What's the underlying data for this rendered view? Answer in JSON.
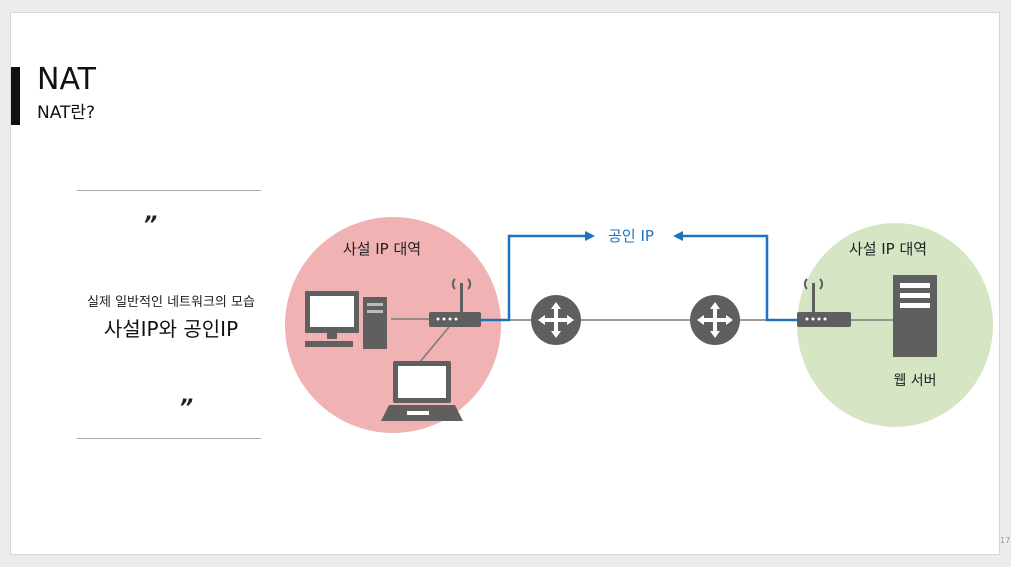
{
  "slide": {
    "title": "NAT",
    "subtitle": "NAT란?"
  },
  "quote": {
    "open_mark": "”",
    "close_mark": "”",
    "line1": "실제 일반적인 네트워크의 모습",
    "line2": "사설IP와 공인IP"
  },
  "diagram": {
    "left_zone_label": "사설 IP 대역",
    "right_zone_label": "사설 IP 대역",
    "public_label": "공인 IP",
    "server_label": "웹 서버",
    "colors": {
      "left_zone": "#f0b2b2",
      "right_zone": "#d6e6c4",
      "link_blue": "#1e73be",
      "device_gray": "#5f5f5f"
    },
    "icons": [
      "desktop-computer-icon",
      "laptop-icon",
      "wireless-router-icon",
      "network-router-icon",
      "server-tower-icon"
    ]
  },
  "page_number": "17"
}
